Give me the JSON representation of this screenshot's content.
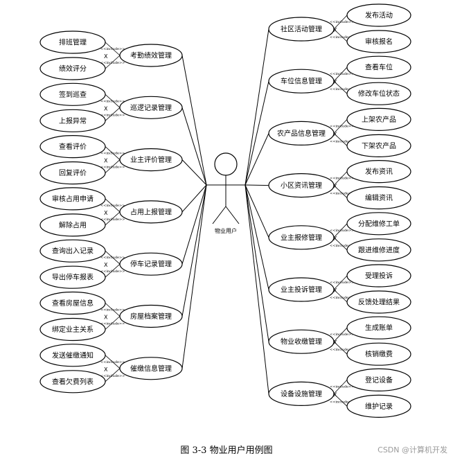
{
  "actor": {
    "name": "物业用户"
  },
  "include_label": "<<include>>",
  "left_groups": [
    {
      "main": "考勤绩效管理",
      "subs": [
        "排班管理",
        "绩效评分"
      ]
    },
    {
      "main": "巡逻记录管理",
      "subs": [
        "签到巡查",
        "上报异常"
      ]
    },
    {
      "main": "业主评价管理",
      "subs": [
        "查看评价",
        "回复评价"
      ]
    },
    {
      "main": "占用上报管理",
      "subs": [
        "审核占用申请",
        "解除占用"
      ]
    },
    {
      "main": "停车记录管理",
      "subs": [
        "查询出入记录",
        "导出停车报表"
      ]
    },
    {
      "main": "房屋档案管理",
      "subs": [
        "查看房屋信息",
        "绑定业主关系"
      ]
    },
    {
      "main": "催缴信息管理",
      "subs": [
        "发送催缴通知",
        "查看欠费列表"
      ]
    }
  ],
  "right_groups": [
    {
      "main": "社区活动管理",
      "subs": [
        "发布活动",
        "审核报名"
      ]
    },
    {
      "main": "车位信息管理",
      "subs": [
        "查看车位",
        "修改车位状态"
      ]
    },
    {
      "main": "农产品信息管理",
      "subs": [
        "上架农产品",
        "下架农产品"
      ]
    },
    {
      "main": "小区资讯管理",
      "subs": [
        "发布资讯",
        "编辑资讯"
      ]
    },
    {
      "main": "业主报修管理",
      "subs": [
        "分配维修工单",
        "跟进维修进度"
      ]
    },
    {
      "main": "业主投诉管理",
      "subs": [
        "受理投诉",
        "反馈处理结果"
      ]
    },
    {
      "main": "物业收缴管理",
      "subs": [
        "生成账单",
        "核销缴费"
      ]
    },
    {
      "main": "设备设施管理",
      "subs": [
        "登记设备",
        "维护记录"
      ]
    }
  ],
  "caption": "图 3-3 物业用户用例图",
  "watermark": "CSDN @计算机开发"
}
